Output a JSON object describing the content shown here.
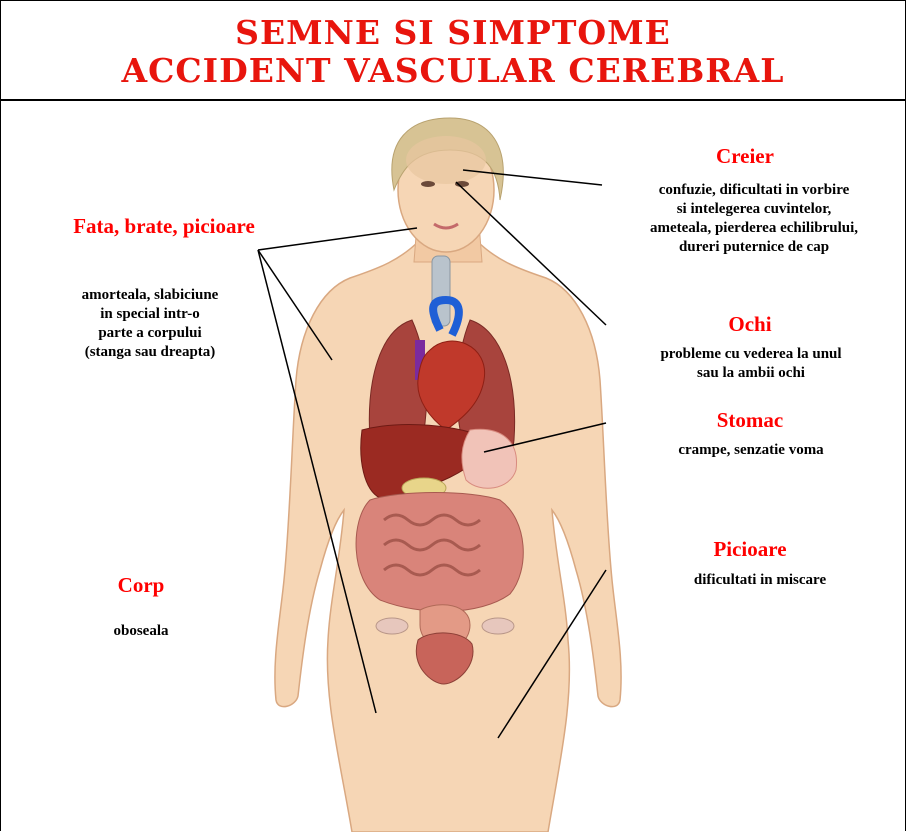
{
  "title": {
    "line1": "SEMNE SI SIMPTOME",
    "line2": "ACCIDENT VASCULAR CEREBRAL"
  },
  "colors": {
    "title": "#e8150d",
    "heading": "#ff0000",
    "text": "#000000",
    "skin": "#f6d6b5",
    "hair": "#d7c394",
    "lung": "#a8443d",
    "liver": "#9b2a22",
    "heart": "#c0392b",
    "intestine": "#d9847a",
    "vessel_blue": "#1f5fd6",
    "vessel_purple": "#7b2b9e"
  },
  "callouts": {
    "creier": {
      "heading": "Creier",
      "lines": [
        "confuzie, dificultati in vorbire",
        "si intelegerea cuvintelor,",
        "ameteala, pierderea echilibrului,",
        "dureri puternice de cap"
      ]
    },
    "fata": {
      "heading": "Fata, brate, picioare",
      "lines": [
        "amorteala, slabiciune",
        "in special intr-o",
        "parte a corpului",
        "(stanga sau dreapta)"
      ]
    },
    "ochi": {
      "heading": "Ochi",
      "lines": [
        "probleme cu vederea la unul",
        "sau la ambii ochi"
      ]
    },
    "stomac": {
      "heading": "Stomac",
      "lines": [
        "crampe, senzatie voma"
      ]
    },
    "picioare": {
      "heading": "Picioare",
      "lines": [
        "dificultati in miscare"
      ]
    },
    "corp": {
      "heading": "Corp",
      "lines": [
        "oboseala"
      ]
    }
  }
}
